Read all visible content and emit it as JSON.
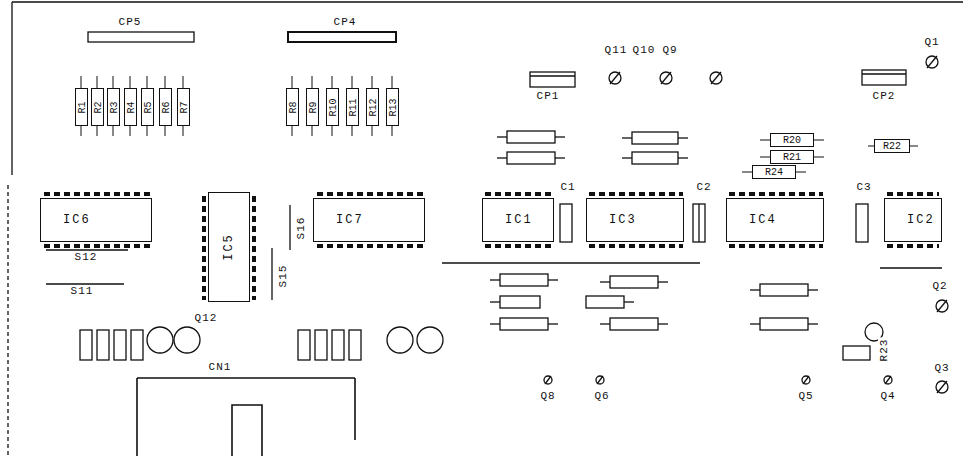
{
  "diagram": {
    "nodes": [
      {
        "text": [
          "IC6"
        ]
      },
      {
        "text": [
          "IC5"
        ]
      },
      {
        "text": [
          "IC7"
        ]
      },
      {
        "text": [
          "IC1"
        ]
      },
      {
        "text": [
          "IC3"
        ]
      },
      {
        "text": [
          "IC4"
        ]
      },
      {
        "text": [
          "IC2"
        ]
      },
      {
        "text": [
          "R1"
        ]
      },
      {
        "text": [
          "R2"
        ]
      },
      {
        "text": [
          "R3"
        ]
      },
      {
        "text": [
          "R4"
        ]
      },
      {
        "text": [
          "R5"
        ]
      },
      {
        "text": [
          "R6"
        ]
      },
      {
        "text": [
          "R7"
        ]
      },
      {
        "text": [
          "R8"
        ]
      },
      {
        "text": [
          "R9"
        ]
      },
      {
        "text": [
          "R10"
        ]
      },
      {
        "text": [
          "R11"
        ]
      },
      {
        "text": [
          "R12"
        ]
      },
      {
        "text": [
          "R13"
        ]
      },
      {
        "text": [
          "R20"
        ]
      },
      {
        "text": [
          "R21"
        ]
      },
      {
        "text": [
          "R24"
        ]
      },
      {
        "text": [
          "R22"
        ]
      }
    ],
    "labels": [
      "CP5",
      "CP4",
      "Q11",
      "Q10",
      "Q9",
      "Q1",
      "CP1",
      "CP2",
      "C1",
      "C2",
      "C3",
      "S12",
      "S11",
      "S16",
      "S15",
      "CN1",
      "Q12",
      "Q2",
      "Q3",
      "Q8",
      "Q6",
      "Q5",
      "Q4",
      "R23"
    ]
  }
}
